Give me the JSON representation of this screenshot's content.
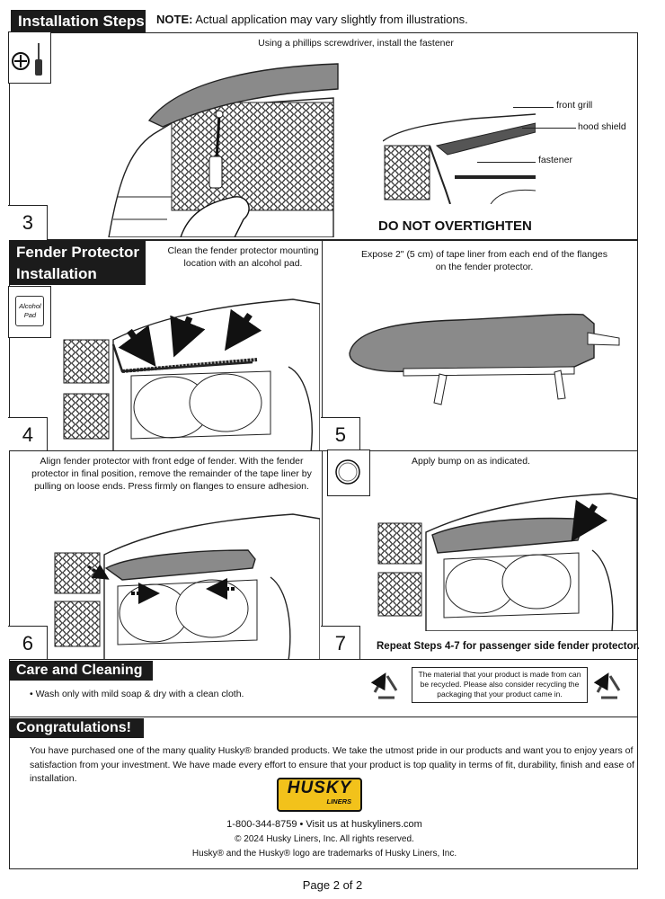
{
  "header": {
    "installation_title": "Installation Steps",
    "note_label": "NOTE:",
    "note_text": " Actual application may vary slightly from illustrations."
  },
  "step3": {
    "number": "3",
    "caption": "Using a phillips screwdriver, install the fastener",
    "labels": {
      "front_grill": "front grill",
      "hood_shield": "hood shield",
      "fastener": "fastener"
    },
    "warning": "DO NOT OVERTIGHTEN"
  },
  "fender_section": {
    "title_line1": "Fender Protector",
    "title_line2": "Installation"
  },
  "step4": {
    "number": "4",
    "caption_line1": "Clean the fender protector mounting",
    "caption_line2": "location with an alcohol pad.",
    "pad_label_line1": "Alcohol",
    "pad_label_line2": "Pad"
  },
  "step5": {
    "number": "5",
    "caption_line1": "Expose 2\" (5 cm) of tape liner from each end of the flanges",
    "caption_line2": "on the fender protector."
  },
  "step6": {
    "number": "6",
    "caption_line1": "Align fender protector with front edge of fender. With the fender",
    "caption_line2": "protector in final position, remove the remainder of the tape liner by",
    "caption_line3": "pulling on loose ends. Press firmly on flanges to ensure adhesion."
  },
  "step7": {
    "number": "7",
    "caption": "Apply bump on as indicated.",
    "repeat_note": "Repeat Steps 4-7 for passenger side fender protector."
  },
  "care": {
    "title": "Care and Cleaning",
    "bullet": "•  Wash only with mild soap & dry with a clean cloth.",
    "recycle_line1": "The material that your product is made from can",
    "recycle_line2": "be recycled. Please also consider recycling the",
    "recycle_line3": "packaging that your product came in."
  },
  "congrats": {
    "title": "Congratulations!",
    "body_line1": "You have purchased one of the many quality Husky® branded products.  We take the utmost pride in our products and want you to enjoy years of",
    "body_line2": "satisfaction from your investment.  We have made every effort to ensure that your product is top quality in terms of fit, durability, finish and ease of",
    "body_line3": "installation.",
    "logo_text": "HUSKY",
    "logo_sub": "LINERS",
    "contact": "1-800-344-8759  •  Visit us at huskyliners.com",
    "copyright": "© 2024 Husky Liners, Inc.  All rights reserved.",
    "trademark": "Husky® and the Husky® logo are trademarks of Husky Liners, Inc."
  },
  "footer": {
    "page": "Page 2 of 2"
  },
  "colors": {
    "header_bg": "#1b1b1b",
    "logo_yellow": "#f2c21b",
    "shield_gray": "#8a8a8a"
  }
}
